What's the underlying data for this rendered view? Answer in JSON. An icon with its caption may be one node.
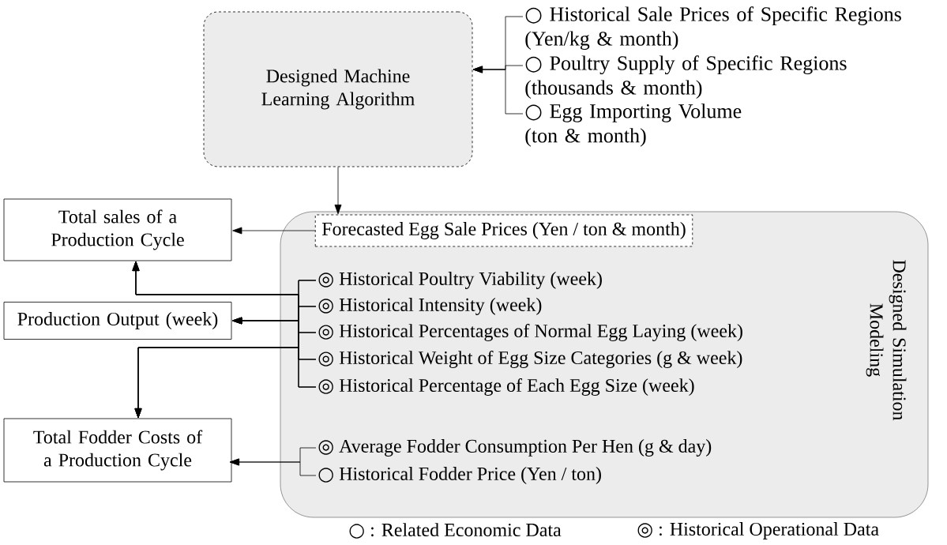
{
  "diagram": {
    "nodes": [
      {
        "text": [
          "Designed Machine Learning Algorithm"
        ]
      },
      {
        "text": [
          "○ Historical Sale Prices of Specific Regions (Yen/kg & month)"
        ]
      },
      {
        "text": [
          "○ Poultry Supply of Specific Regions (thousands & month)"
        ]
      },
      {
        "text": [
          "○ Egg Importing Volume (ton & month)"
        ]
      },
      {
        "text": [
          "Designed Simulation Modeling"
        ]
      },
      {
        "text": [
          "Forecasted Egg Sale Prices (Yen / ton & month)"
        ],
        "in": 4
      },
      {
        "text": [
          "◎ Historical Poultry Viability (week)"
        ],
        "in": 4
      },
      {
        "text": [
          "◎ Historical Intensity (week)"
        ],
        "in": 4
      },
      {
        "text": [
          "◎ Historical Percentages of Normal Egg Laying (week)"
        ],
        "in": 4
      },
      {
        "text": [
          "◎ Historical Weight of Egg Size Categories (g & week)"
        ],
        "in": 4
      },
      {
        "text": [
          "◎ Historical Percentage of Each Egg Size (week)"
        ],
        "in": 4
      },
      {
        "text": [
          "◎ Average Fodder Consumption Per Hen (g & day)"
        ],
        "in": 4
      },
      {
        "text": [
          "○ Historical Fodder Price (Yen / ton)"
        ],
        "in": 4
      },
      {
        "text": [
          "Total sales of a Production Cycle"
        ]
      },
      {
        "text": [
          "Production Output (week)"
        ]
      },
      {
        "text": [
          "Total Fodder Costs of a Production Cycle"
        ]
      }
    ],
    "edges": [
      {
        "from": 1,
        "to": 0,
        "arrow": "to"
      },
      {
        "from": 2,
        "to": 0,
        "arrow": "to"
      },
      {
        "from": 3,
        "to": 0,
        "arrow": "to"
      },
      {
        "from": 0,
        "to": 5,
        "arrow": "to"
      },
      {
        "from": 5,
        "to": 13,
        "arrow": "to"
      },
      {
        "from": 6,
        "to": 13,
        "arrow": "to"
      },
      {
        "from": 7,
        "to": 13,
        "arrow": "to"
      },
      {
        "from": 8,
        "to": 13,
        "arrow": "to"
      },
      {
        "from": 9,
        "to": 13,
        "arrow": "to"
      },
      {
        "from": 10,
        "to": 13,
        "arrow": "to"
      },
      {
        "from": 6,
        "to": 14,
        "arrow": "to"
      },
      {
        "from": 7,
        "to": 14,
        "arrow": "to"
      },
      {
        "from": 8,
        "to": 14,
        "arrow": "to"
      },
      {
        "from": 9,
        "to": 14,
        "arrow": "to"
      },
      {
        "from": 10,
        "to": 14,
        "arrow": "to"
      },
      {
        "from": 6,
        "to": 15,
        "arrow": "to"
      },
      {
        "from": 7,
        "to": 15,
        "arrow": "to"
      },
      {
        "from": 8,
        "to": 15,
        "arrow": "to"
      },
      {
        "from": 9,
        "to": 15,
        "arrow": "to"
      },
      {
        "from": 10,
        "to": 15,
        "arrow": "to"
      },
      {
        "from": 11,
        "to": 15,
        "arrow": "to"
      },
      {
        "from": 12,
        "to": 15,
        "arrow": "to"
      }
    ],
    "labels": [
      "○ : Related Economic Data",
      "◎ : Historical Operational Data"
    ]
  }
}
